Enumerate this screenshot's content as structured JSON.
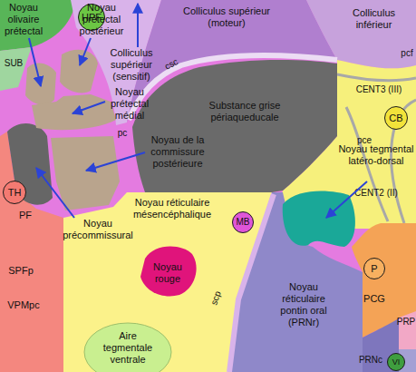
{
  "diagram": {
    "nodes": [
      {
        "text": [
          "HPF"
        ]
      },
      {
        "text": [
          "Colliculus supérieur (moteur)"
        ]
      },
      {
        "text": [
          "Colliculus inférieur"
        ]
      },
      {
        "text": [
          "CB"
        ]
      },
      {
        "text": [
          "Substance grise périaqueducale"
        ]
      },
      {
        "text": [
          "TH"
        ]
      },
      {
        "text": [
          "Noyau réticulaire mésencéphalique"
        ]
      },
      {
        "text": [
          "MB"
        ],
        "in": 6
      },
      {
        "text": [
          "Noyau rouge"
        ],
        "in": 6
      },
      {
        "text": [
          "Aire tegmentale ventrale"
        ]
      },
      {
        "text": [
          "PCG"
        ]
      },
      {
        "text": [
          "P"
        ],
        "in": 10
      },
      {
        "text": [
          "Noyau réticulaire pontin oral (PRNr)"
        ]
      },
      {
        "text": [
          "VI"
        ]
      }
    ],
    "labels": [
      "Noyau olivaire prétectal",
      "SUB",
      "Noyau prétectal postérieur",
      "Colliculus supérieur (sensitif)",
      "Noyau prétectal médial",
      "csc",
      "pcf",
      "CENT3 (III)",
      "pc",
      "Noyau de la commissure postérieure",
      "pce",
      "Noyau tegmental latéro-dorsal",
      "PF",
      "CENT2 (II)",
      "Noyau précommissural",
      "SPFp",
      "VPMpc",
      "scp",
      "PRP",
      "PRNc"
    ]
  }
}
